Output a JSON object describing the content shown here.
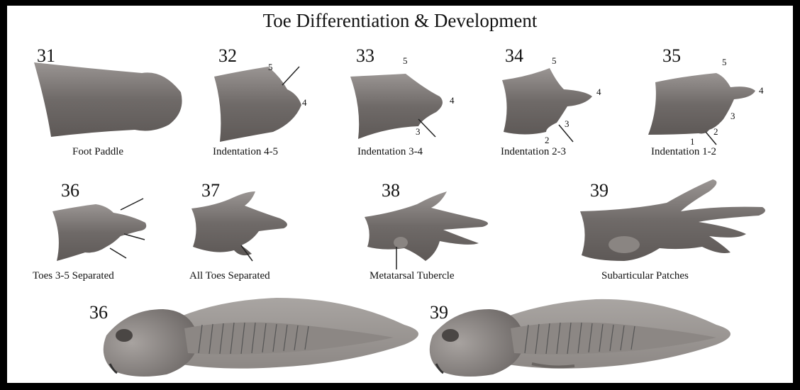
{
  "title": "Toe Differentiation & Development",
  "stages": [
    {
      "number": "31",
      "caption": "Foot Paddle"
    },
    {
      "number": "32",
      "caption": "Indentation 4-5"
    },
    {
      "number": "33",
      "caption": "Indentation 3-4"
    },
    {
      "number": "34",
      "caption": "Indentation 2-3"
    },
    {
      "number": "35",
      "caption": "Indentation 1-2"
    },
    {
      "number": "36",
      "caption": "Toes 3-5 Separated"
    },
    {
      "number": "37",
      "caption": "All Toes Separated"
    },
    {
      "number": "38",
      "caption": "Metatarsal Tubercle"
    },
    {
      "number": "39",
      "caption": "Subarticular Patches"
    }
  ],
  "tadpoles": [
    {
      "number": "36"
    },
    {
      "number": "39"
    }
  ],
  "toe_labels": {
    "s32": [
      "5",
      "4"
    ],
    "s33": [
      "5",
      "4",
      "3"
    ],
    "s34": [
      "5",
      "4",
      "3",
      "2"
    ],
    "s35": [
      "5",
      "4",
      "3",
      "2",
      "1"
    ]
  },
  "colors": {
    "frame": "#000000",
    "background": "#ffffff",
    "specimen": "#7a7573"
  }
}
